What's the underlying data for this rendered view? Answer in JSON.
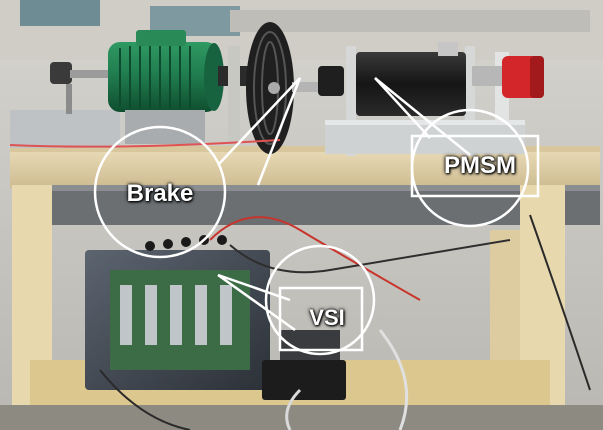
{
  "annotations": {
    "brake": "Brake",
    "pmsm": "PMSM",
    "vsi": "VSI"
  },
  "colors": {
    "wall": "#c9c7c1",
    "bench_wood": "#e6d7b0",
    "induction_motor": "#1f7a4d",
    "pmsm_body": "#1b1b1b",
    "encoder_red": "#d3262a",
    "brake_disc": "#222222",
    "callout_white": "#ffffff"
  }
}
